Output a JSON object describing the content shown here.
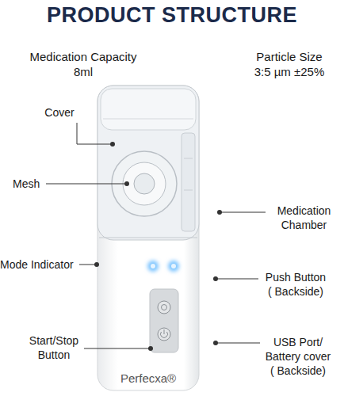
{
  "diagram": {
    "title": "PRODUCT STRUCTURE",
    "labels": [
      "Medication Capacity",
      "8ml",
      "Particle Size",
      "3:5 µm ±25%",
      "Cover",
      "Mesh",
      "Mode Indicator",
      "Start/Stop Button",
      "Medication Chamber",
      "Push Button ( Backside)",
      "USB Port/ Battery cover ( Backside)",
      "Perfecxa®"
    ]
  }
}
